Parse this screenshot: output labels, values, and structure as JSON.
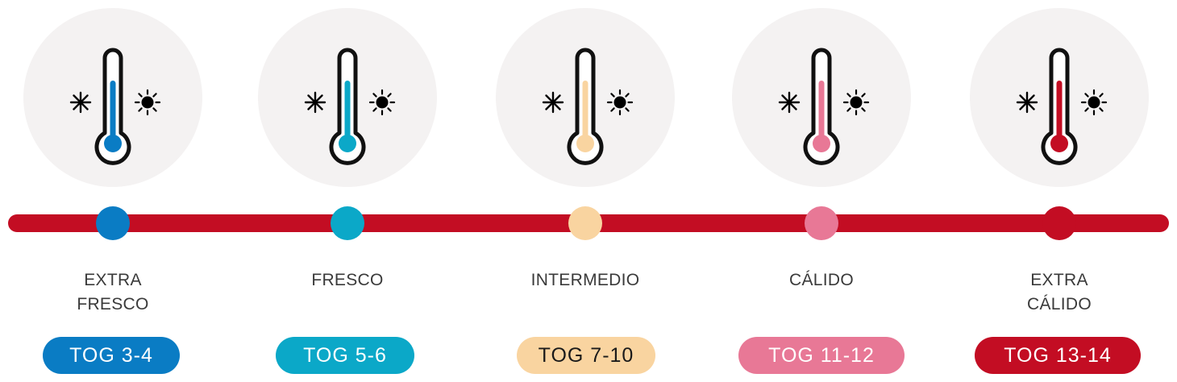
{
  "scale": {
    "track_color": "#c30d23",
    "levels": [
      {
        "label_lines": [
          "EXTRA",
          "FRESCO"
        ],
        "tog": "TOG 3-4",
        "color": "#0a7cc4",
        "text_color": "#ffffff",
        "icons": [
          "cold-snowflake-icon",
          "thermometer-icon",
          "hot-sun-icon"
        ]
      },
      {
        "label_lines": [
          "FRESCO"
        ],
        "tog": "TOG 5-6",
        "color": "#0ba8c8",
        "text_color": "#ffffff",
        "icons": [
          "cold-snowflake-icon",
          "thermometer-icon",
          "hot-sun-icon"
        ]
      },
      {
        "label_lines": [
          "INTERMEDIO"
        ],
        "tog": "TOG 7-10",
        "color": "#f9d4a0",
        "text_color": "#1a1a1a",
        "icons": [
          "cold-snowflake-icon",
          "thermometer-icon",
          "hot-sun-icon"
        ]
      },
      {
        "label_lines": [
          "CÁLIDO"
        ],
        "tog": "TOG 11-12",
        "color": "#e87896",
        "text_color": "#ffffff",
        "icons": [
          "cold-snowflake-icon",
          "thermometer-icon",
          "hot-sun-icon"
        ]
      },
      {
        "label_lines": [
          "EXTRA",
          "CÁLIDO"
        ],
        "tog": "TOG 13-14",
        "color": "#c30d23",
        "text_color": "#ffffff",
        "icons": [
          "cold-snowflake-icon",
          "thermometer-icon",
          "hot-sun-icon"
        ]
      }
    ]
  }
}
